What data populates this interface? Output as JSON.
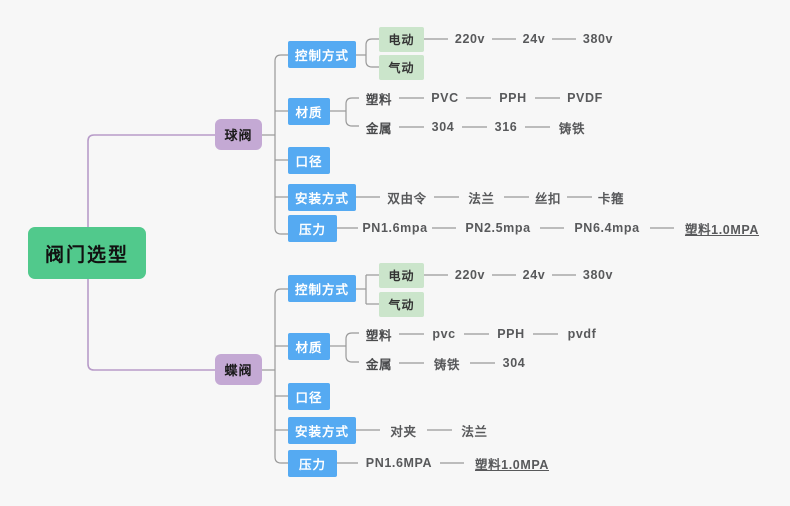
{
  "meta": {
    "title": "阀门选型",
    "background": "#f7f7f7",
    "colors": {
      "root": "#51c98c",
      "branch": "#c4a9d4",
      "level2": "#55aaf2",
      "level3": "#cbe5cb",
      "link_branch": "#b89cc9",
      "link_gray": "#999999",
      "text_leaf": "#58595b"
    }
  },
  "root": {
    "label": "阀门选型"
  },
  "branches": [
    {
      "label": "球阀",
      "children": [
        {
          "label": "控制方式",
          "children": [
            {
              "label": "电动",
              "leaves": [
                "220v",
                "24v",
                "380v"
              ]
            },
            {
              "label": "气动",
              "leaves": []
            }
          ]
        },
        {
          "label": "材质",
          "children": [
            {
              "label": "塑料",
              "leaves": [
                "PVC",
                "PPH",
                "PVDF"
              ]
            },
            {
              "label": "金属",
              "leaves": [
                "304",
                "316",
                "铸铁"
              ]
            }
          ]
        },
        {
          "label": "口径",
          "children": []
        },
        {
          "label": "安装方式",
          "leaves": [
            "双由令",
            "法兰",
            "丝扣",
            "卡箍"
          ]
        },
        {
          "label": "压力",
          "leaves": [
            "PN1.6mpa",
            "PN2.5mpa",
            "PN6.4mpa",
            "塑料1.0MPA"
          ]
        }
      ]
    },
    {
      "label": "蝶阀",
      "children": [
        {
          "label": "控制方式",
          "children": [
            {
              "label": "电动",
              "leaves": [
                "220v",
                "24v",
                "380v"
              ]
            },
            {
              "label": "气动",
              "leaves": []
            }
          ]
        },
        {
          "label": "材质",
          "children": [
            {
              "label": "塑料",
              "leaves": [
                "pvc",
                "PPH",
                "pvdf"
              ]
            },
            {
              "label": "金属",
              "leaves": [
                "铸铁",
                "304"
              ]
            }
          ]
        },
        {
          "label": "口径",
          "children": []
        },
        {
          "label": "安装方式",
          "leaves": [
            "对夹",
            "法兰"
          ]
        },
        {
          "label": "压力",
          "leaves": [
            "PN1.6MPA",
            "塑料1.0MPA"
          ]
        }
      ]
    }
  ]
}
